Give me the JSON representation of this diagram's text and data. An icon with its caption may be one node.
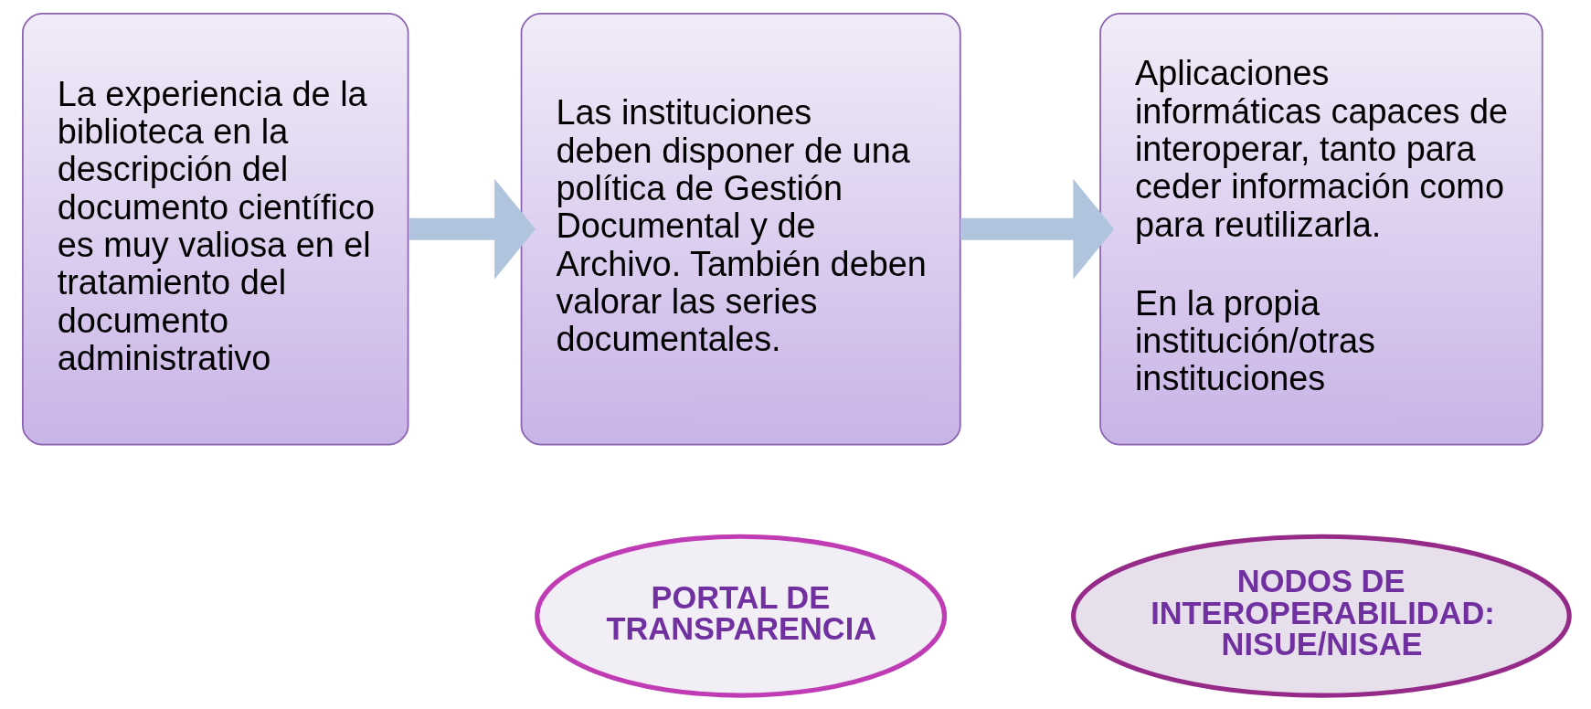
{
  "diagram": {
    "nodes": [
      {
        "text": [
          "La experiencia de la biblioteca en la descripción del documento científico es muy valiosa en el tratamiento del documento administrativo"
        ]
      },
      {
        "text": [
          "Las instituciones deben disponer de una política de Gestión Documental y de Archivo. También deben valorar las series documentales."
        ]
      },
      {
        "text": [
          "Aplicaciones informáticas capaces de interoperar, tanto para ceder información como para reutilizarla.",
          "En la propia institución/otras instituciones"
        ]
      },
      {
        "text": [
          "PORTAL DE TRANSPARENCIA"
        ]
      },
      {
        "text": [
          "NODOS DE INTEROPERABILIDAD: NISUE/NISAE"
        ]
      }
    ],
    "edges": [
      {
        "from": 0,
        "to": 1,
        "arrow": "to"
      },
      {
        "from": 1,
        "to": 2,
        "arrow": "to"
      }
    ]
  }
}
